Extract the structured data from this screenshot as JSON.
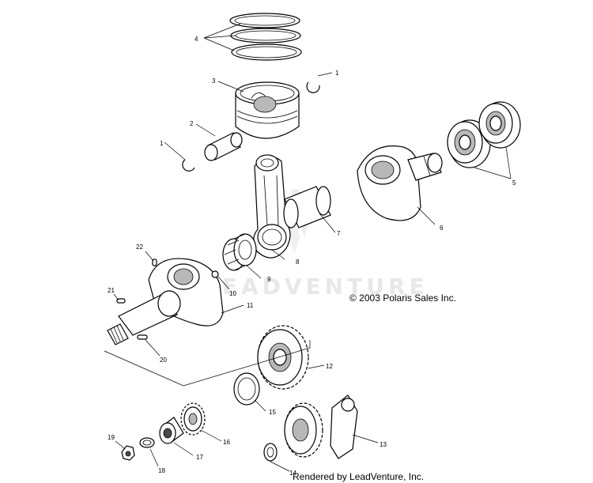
{
  "callouts": {
    "n1a": "1",
    "n1b": "1",
    "n2": "2",
    "n3": "3",
    "n4": "4",
    "n5": "5",
    "n6": "6",
    "n7": "7",
    "n8": "8",
    "n9": "9",
    "n10": "10",
    "n11": "11",
    "n12": "12",
    "n13": "13",
    "n14": "14",
    "n15": "15",
    "n16": "16",
    "n17": "17",
    "n18": "18",
    "n19": "19",
    "n20": "20",
    "n21": "21",
    "n22": "22"
  },
  "copyright": "© 2003 Polaris Sales Inc.",
  "rendered_by": "Rendered by LeadVenture, Inc.",
  "watermark": "LEADVENTURE",
  "colors": {
    "line": "#000000",
    "shade": "#b8b8b8",
    "watermark": "#e8e8e8"
  }
}
